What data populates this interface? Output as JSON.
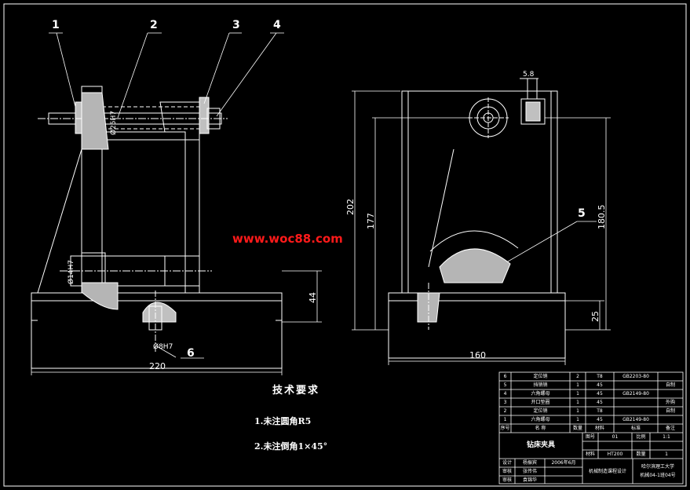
{
  "balloons": [
    "1",
    "2",
    "3",
    "4",
    "5",
    "6"
  ],
  "dimensions": {
    "front_width": "220",
    "front_base_height": "44",
    "bottom_hole": "Ø8H7",
    "left_hole": "Ø14H7",
    "shaft_hole": "Ø25H7",
    "side_width": "160",
    "side_height_total": "202",
    "side_height_mid": "177",
    "side_height_right": "180.5",
    "side_base_height": "25",
    "side_top_small": "5.8"
  },
  "watermark": "www.woc88.com",
  "tech_requirements": {
    "title": "技术要求",
    "items": [
      "1.未注圆角R5",
      "2.未注倒角1×45°"
    ]
  },
  "title_block": {
    "rows": [
      {
        "no": "6",
        "name": "定位销",
        "qty": "2",
        "material": "T8",
        "standard": "GB2203-80",
        "note": ""
      },
      {
        "no": "5",
        "name": "挡销销",
        "qty": "1",
        "material": "45",
        "standard": "",
        "note": "自制"
      },
      {
        "no": "4",
        "name": "六角螺母",
        "qty": "1",
        "material": "45",
        "standard": "GB2149-80",
        "note": ""
      },
      {
        "no": "3",
        "name": "开口垫圈",
        "qty": "1",
        "material": "45",
        "standard": "",
        "note": "外购"
      },
      {
        "no": "2",
        "name": "定位销",
        "qty": "1",
        "material": "T8",
        "standard": "",
        "note": "自制"
      },
      {
        "no": "1",
        "name": "六角螺母",
        "qty": "1",
        "material": "45",
        "standard": "GB2149-80",
        "note": ""
      }
    ],
    "header": {
      "no": "序号",
      "name": "名 称",
      "qty": "数量",
      "material": "材料",
      "standard": "标准",
      "note": "备注"
    },
    "drawing_title": "钻床夹具",
    "scale_label": "比例",
    "scale_value": "1:1",
    "drawing_no_label": "图号",
    "drawing_no_value": "01",
    "material_label": "材料",
    "material_value": "HT200",
    "quantity_label": "数量",
    "quantity_value": "1",
    "design_label": "设计",
    "designer": "杨振宾",
    "date": "2006年6月",
    "check_label": "审核",
    "checker": "张传伟",
    "approve_label": "审核",
    "approver": "袁锦华",
    "course": "机械制造课程设计",
    "school": "哈尔滨理工大学",
    "class": "机械04-1班04号"
  }
}
